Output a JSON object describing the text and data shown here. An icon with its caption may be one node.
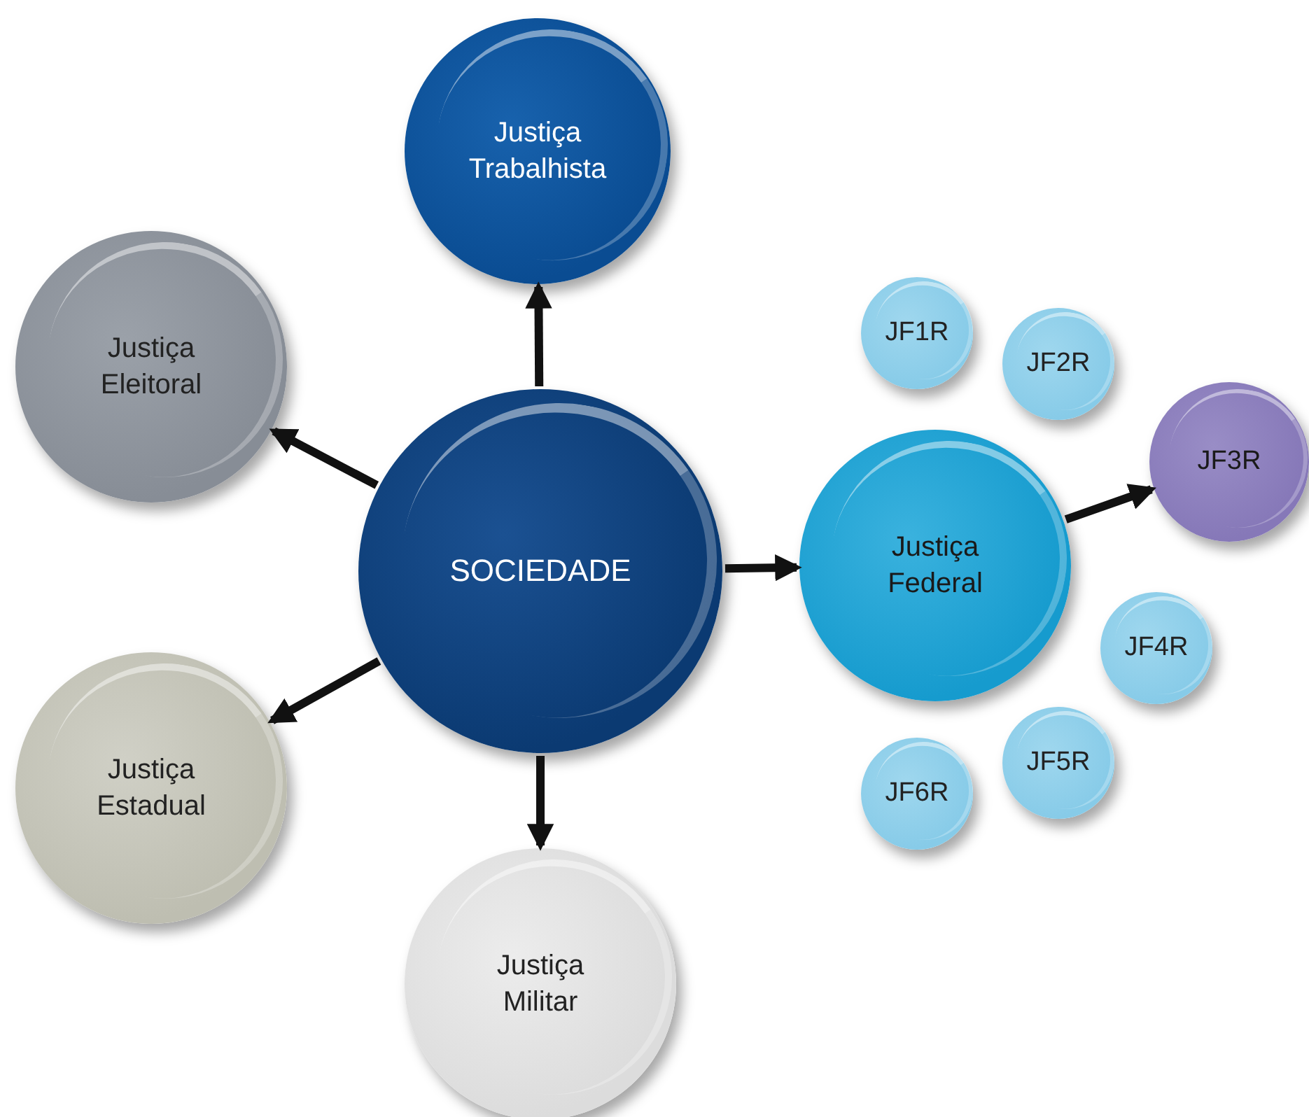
{
  "diagram": {
    "nodes": [
      {
        "text": [
          "SOCIEDADE"
        ]
      },
      {
        "text": [
          "Justiça Trabalhista"
        ]
      },
      {
        "text": [
          "Justiça Eleitoral"
        ]
      },
      {
        "text": [
          "Justiça Federal"
        ]
      },
      {
        "text": [
          "Justiça Estadual"
        ]
      },
      {
        "text": [
          "Justiça Militar"
        ]
      },
      {
        "text": [
          "JF1R"
        ]
      },
      {
        "text": [
          "JF2R"
        ]
      },
      {
        "text": [
          "JF3R"
        ]
      },
      {
        "text": [
          "JF4R"
        ]
      },
      {
        "text": [
          "JF5R"
        ]
      },
      {
        "text": [
          "JF6R"
        ]
      }
    ],
    "edges": [
      {
        "from": 0,
        "to": 1,
        "arrow": "to"
      },
      {
        "from": 0,
        "to": 2,
        "arrow": "to"
      },
      {
        "from": 0,
        "to": 3,
        "arrow": "to"
      },
      {
        "from": 0,
        "to": 4,
        "arrow": "to"
      },
      {
        "from": 0,
        "to": 5,
        "arrow": "to"
      },
      {
        "from": 3,
        "to": 8,
        "arrow": "to"
      }
    ]
  }
}
